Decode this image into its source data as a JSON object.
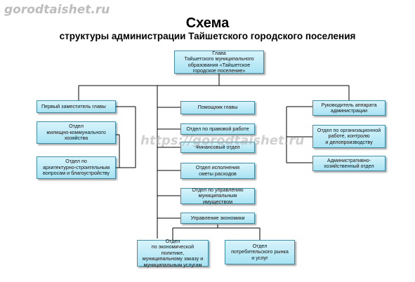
{
  "watermark_top": "gorodtaishet.ru",
  "watermark_mid": "https://gorodtaishet.ru",
  "title": "Схема",
  "subtitle": "структуры администрации Тайшетского городского поселения",
  "boxes": {
    "head": "Глава\nТайшетского муниципального\nобразования «Тайшетское\nгородское поселение»",
    "first_deputy": "Первый заместитель главы",
    "housing": "Отдел\nжилищно-коммунального\nхозяйства",
    "architecture": "Отдел по\nархитектурно-строительным\nвопросам и благоустройству",
    "assistant": "Помощник главы",
    "legal": "Отдел по правовой работе",
    "finance": "Финансовый отдел",
    "estimates": "Отдел исполнения\nсметы расходов",
    "property": "Отдел по управлению\nмуниципальным имуществом",
    "economy": "Управление экономики",
    "econ_policy": "Отдел\nпо экономической политике,\nмуниципальному заказу и\nмуниципальным услугам",
    "consumer": "Отдел\nпотребительского рынка\nи услуг",
    "apparatus_head": "Руководитель аппарата\nадминистрации",
    "org_work": "Отдел по организационной\nработе, контролю\nи делопроизводству",
    "admin_econ": "Административно-\nхозяйственный отдел"
  }
}
